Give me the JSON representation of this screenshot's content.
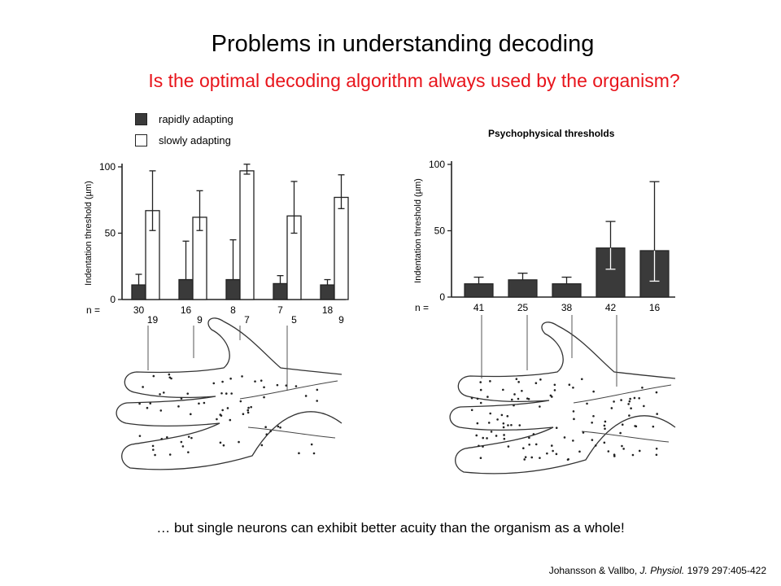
{
  "slide": {
    "title": "Problems in understanding decoding",
    "subtitle": "Is the optimal decoding algorithm always used by the organism?",
    "subtitle_color": "#e8141b",
    "caption": "… but single neurons can exhibit better acuity than the organism as a whole!",
    "citation": {
      "authors": "Johansson & Vallbo, ",
      "journal": "J. Physiol.",
      "ref": " 1979 297:405-422"
    }
  },
  "legend": [
    {
      "label": "rapidly adapting",
      "color": "#3a3a3a"
    },
    {
      "label": "slowly adapting",
      "color": "#ffffff"
    }
  ],
  "chart_data": [
    {
      "type": "bar",
      "title": "",
      "ylabel": "Indentation threshold (µm)",
      "yticks": [
        "0",
        "50",
        "100"
      ],
      "ylim": [
        0,
        100
      ],
      "n_prefix": "n =",
      "groups": [
        {
          "values": [
            11,
            67
          ],
          "errors": [
            8,
            30
          ],
          "n": [
            "30",
            "19"
          ]
        },
        {
          "values": [
            15,
            62
          ],
          "errors": [
            29,
            20
          ],
          "n": [
            "16",
            "9"
          ]
        },
        {
          "values": [
            15,
            97
          ],
          "errors": [
            30,
            5
          ],
          "n": [
            "8",
            "7"
          ]
        },
        {
          "values": [
            12,
            63
          ],
          "errors": [
            6,
            26
          ],
          "n": [
            "7",
            "5"
          ]
        },
        {
          "values": [
            11,
            77
          ],
          "errors": [
            4,
            17
          ],
          "n": [
            "18",
            "9"
          ]
        }
      ],
      "series": [
        {
          "name": "rapidly adapting",
          "color": "#3a3a3a"
        },
        {
          "name": "slowly adapting",
          "color": "#ffffff"
        }
      ]
    },
    {
      "type": "bar",
      "title": "Psychophysical thresholds",
      "ylabel": "Indentation threshold (µm)",
      "yticks": [
        "0",
        "50",
        "100"
      ],
      "ylim": [
        0,
        100
      ],
      "n_prefix": "n =",
      "categories": [
        "41",
        "25",
        "38",
        "42",
        "16"
      ],
      "values": [
        10,
        13,
        10,
        37,
        35
      ],
      "errors": [
        5,
        5,
        5,
        20,
        52
      ],
      "error_down": [
        0,
        0,
        0,
        16,
        23
      ],
      "colors": [
        "#3a3a3a",
        "#3a3a3a",
        "#3a3a3a",
        "#3a3a3a",
        "#3a3a3a"
      ]
    }
  ]
}
